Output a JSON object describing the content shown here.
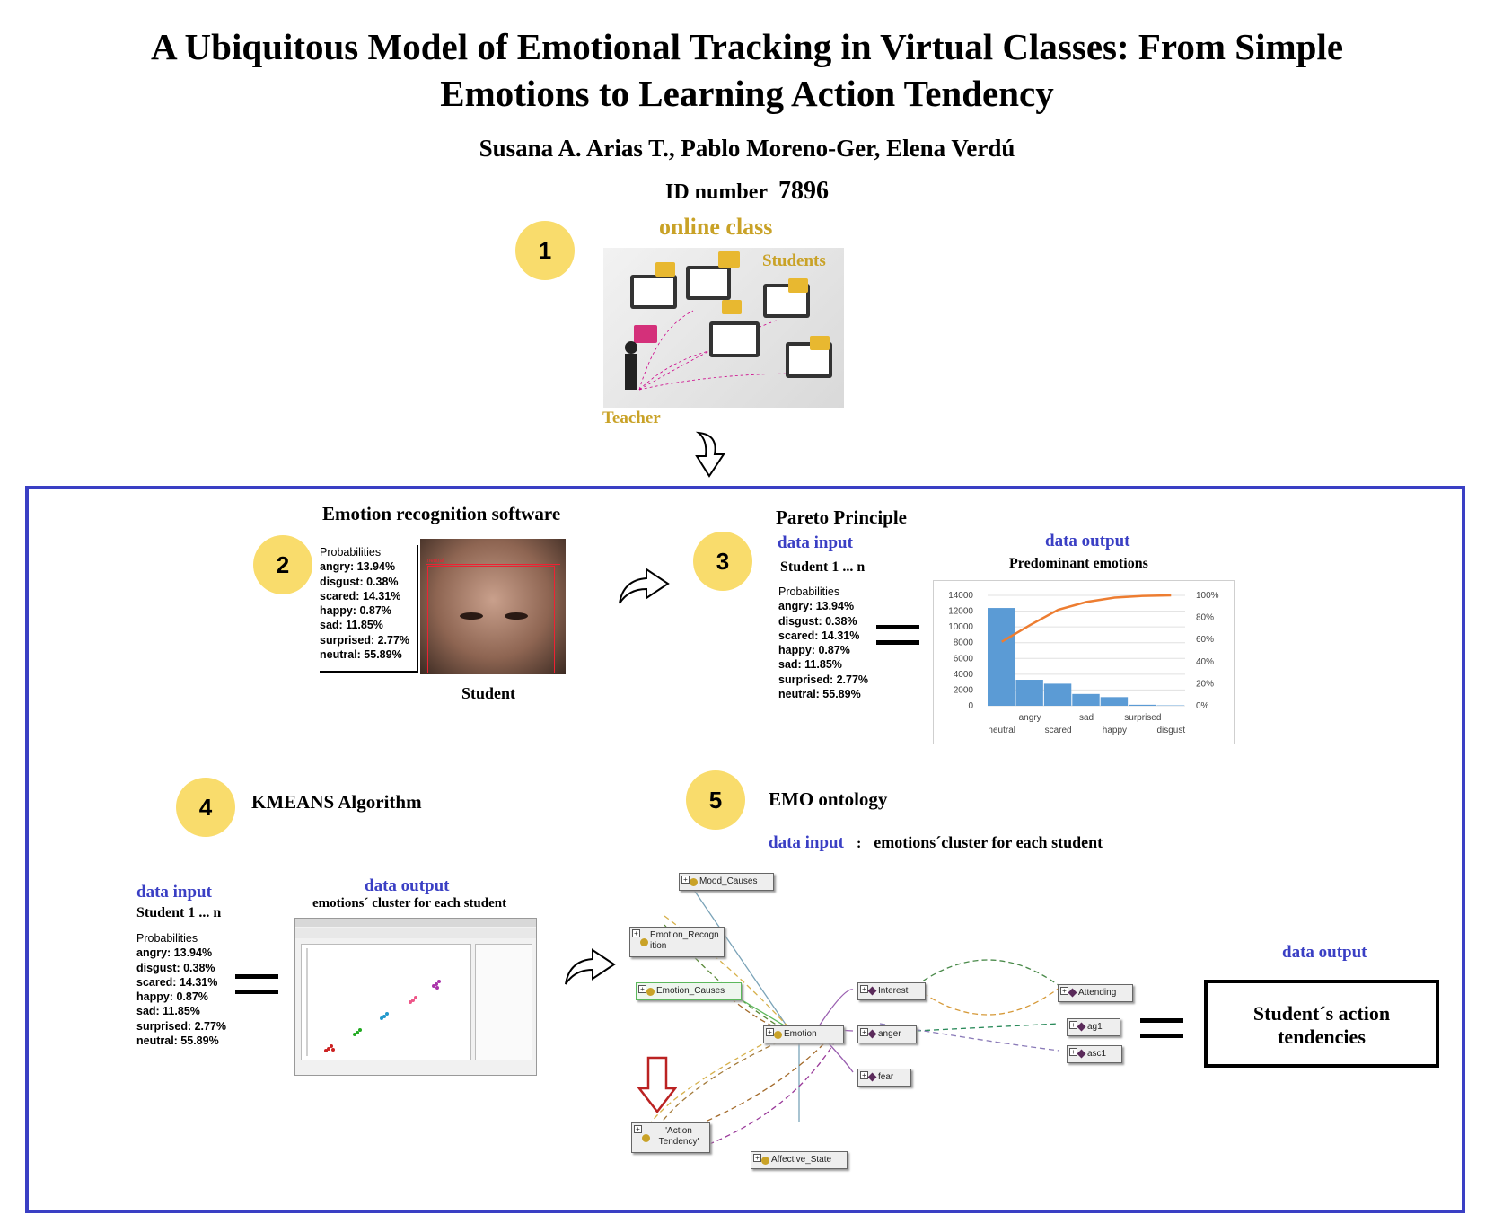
{
  "title": "A Ubiquitous Model of Emotional Tracking in Virtual Classes: From Simple Emotions to Learning Action Tendency",
  "title_line1": "A Ubiquitous Model of Emotional Tracking in Virtual Classes: From Simple",
  "title_line2": "Emotions to  Learning Action Tendency",
  "authors": "Susana A. Arias T., Pablo Moreno-Ger, Elena Verdú",
  "id_label": "ID number",
  "id_value": "7896",
  "steps": [
    "1",
    "2",
    "3",
    "4",
    "5"
  ],
  "step1": {
    "title": "online class",
    "students": "Students",
    "teacher": "Teacher"
  },
  "step2": {
    "title": "Emotion recognition software",
    "caption": "Student",
    "overlay": "neutral"
  },
  "step3": {
    "title": "Pareto Principle",
    "input": "data input",
    "student_range": "Student 1 ... n",
    "output": "data output",
    "chart_title": "Predominant emotions"
  },
  "step4": {
    "title": "KMEANS Algorithm",
    "input": "data input",
    "student_range": "Student 1 ... n",
    "output": "data output",
    "output_caption": "emotions´ cluster  for each student"
  },
  "step5": {
    "title": "EMO ontology",
    "input": "data input",
    "input_colon": ":",
    "input_desc": "emotions´cluster for each student",
    "output": "data output",
    "result": "Student´s action tendencies"
  },
  "probabilities": {
    "label": "Probabilities",
    "items": [
      "angry: 13.94%",
      "disgust: 0.38%",
      "scared: 14.31%",
      "happy: 0.87%",
      "sad: 11.85%",
      "surprised: 2.77%",
      "neutral: 55.89%"
    ]
  },
  "ontology_nodes": [
    "Mood_Causes",
    "Emotion_Recognition",
    "Emotion_Causes",
    "Emotion",
    "Interest",
    "anger",
    "fear",
    "Attending",
    "ag1",
    "asc1",
    "'Action Tendency'",
    "Affective_State"
  ],
  "colors": {
    "frame": "#3a3fc4",
    "circle": "#f9dc6c",
    "gold": "#c9a227",
    "bar": "#5b9bd5",
    "pareto_line": "#ed7d31"
  },
  "chart_data": {
    "type": "bar",
    "title": "Predominant emotions",
    "categories": [
      "neutral",
      "angry",
      "scared",
      "sad",
      "happy",
      "surprised",
      "disgust"
    ],
    "values": [
      12400,
      3300,
      2800,
      1500,
      1100,
      130,
      50
    ],
    "series": [
      {
        "values": [
          12400,
          3300,
          2800,
          1500,
          1100,
          130,
          50
        ]
      },
      {
        "values": [
          58,
          73,
          87,
          94,
          98,
          99.5,
          100
        ]
      }
    ],
    "y_ticks": [
      "0",
      "2000",
      "4000",
      "6000",
      "8000",
      "10000",
      "12000",
      "14000"
    ],
    "y2_ticks": [
      "0%",
      "20%",
      "40%",
      "60%",
      "80%",
      "100%"
    ],
    "ylim": [
      0,
      14000
    ],
    "y2lim": [
      0,
      100
    ],
    "grid": true
  }
}
